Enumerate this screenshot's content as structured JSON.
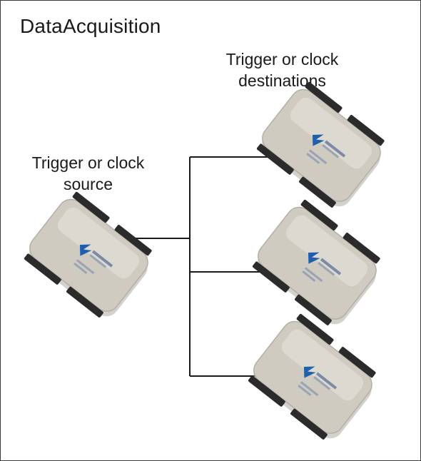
{
  "title": "DataAcquisition",
  "source_label": {
    "line1": "Trigger or clock",
    "line2": "source"
  },
  "destination_label": {
    "line1": "Trigger or clock",
    "line2": "destinations"
  },
  "colors": {
    "line": "#1a1a1a",
    "device_body": "#cfcbc1",
    "device_shadow": "#a7a398",
    "connector": "#2b2b2b",
    "logo": "#1f5fae"
  }
}
